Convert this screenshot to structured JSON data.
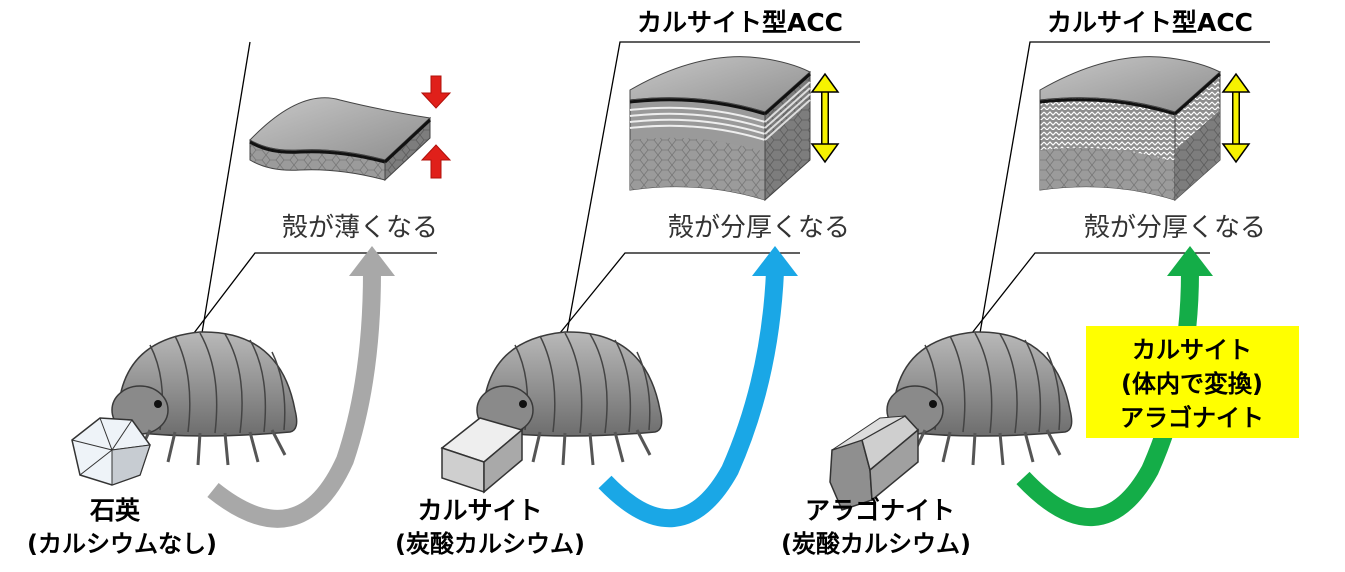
{
  "panels": [
    {
      "id": "quartz",
      "diagram_label": "",
      "thickness_label": "殻が薄くなる",
      "mineral_label": "石英",
      "mineral_sub": "(カルシウムなし)",
      "arrow_color": "#a8a8a8",
      "indicator_color": "#e0201a"
    },
    {
      "id": "calcite",
      "diagram_label": "カルサイト型ACC",
      "thickness_label": "殻が分厚くなる",
      "mineral_label": "カルサイト",
      "mineral_sub": "(炭酸カルシウム)",
      "arrow_color": "#1aa7e6",
      "indicator_color": "#f6f200"
    },
    {
      "id": "aragonite",
      "diagram_label": "カルサイト型ACC",
      "thickness_label": "殻が分厚くなる",
      "mineral_label": "アラゴナイト",
      "mineral_sub": "(炭酸カルシウム)",
      "arrow_color": "#14ad48",
      "indicator_color": "#f6f200",
      "conversion_box": {
        "line1": "カルサイト",
        "line2": "(体内で変換)",
        "line3": "アラゴナイト",
        "bg": "#ffff00"
      }
    }
  ]
}
